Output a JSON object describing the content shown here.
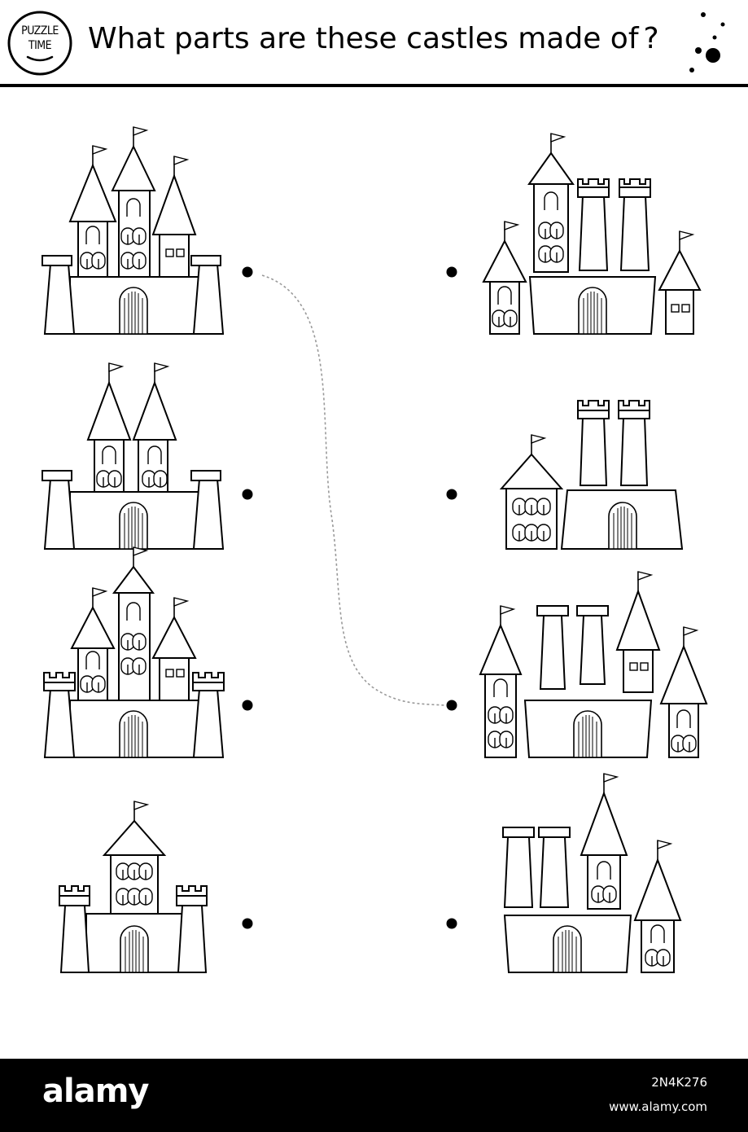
{
  "header": {
    "badge": {
      "line1": "PUZZLE",
      "line2": "TIME"
    },
    "title": "What parts are these castles made of",
    "title_mark": "?"
  },
  "puzzle": {
    "left_column": [
      {
        "name": "castle-three-spires-rampart-towers"
      },
      {
        "name": "castle-two-spires"
      },
      {
        "name": "castle-three-spires-crenellated-towers"
      },
      {
        "name": "castle-single-keep"
      }
    ],
    "right_column": [
      {
        "name": "parts-keep-towers-wall-houses"
      },
      {
        "name": "parts-house-towers-wall"
      },
      {
        "name": "parts-spires-towers-wall"
      },
      {
        "name": "parts-towers-spires-wall"
      }
    ],
    "example_match": {
      "from_row": 1,
      "to_row": 3
    }
  },
  "footer": {
    "brand": "alamy",
    "image_id": "2N4K276",
    "site": "www.alamy.com",
    "background": "#000000",
    "text_color": "#ffffff"
  }
}
